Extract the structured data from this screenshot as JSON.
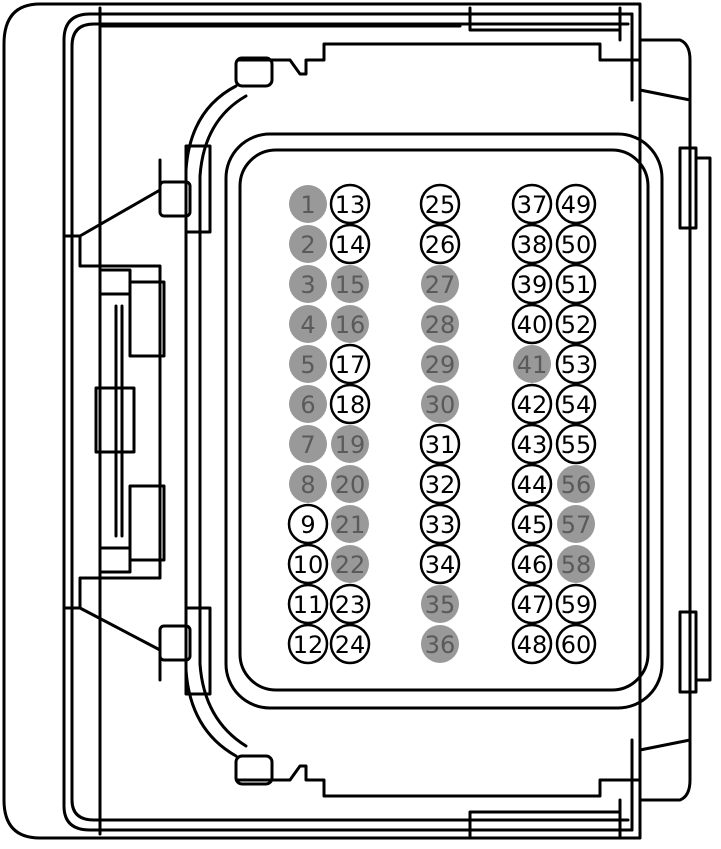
{
  "connector": {
    "stroke_color": "#000000",
    "used_fill": "#999999",
    "used_text_color": "#5a5a5a",
    "empty_fill": "#ffffff",
    "empty_text_color": "#000000",
    "columns": [
      {
        "pins": [
          "1",
          "2",
          "3",
          "4",
          "5",
          "6",
          "7",
          "8",
          "9",
          "10",
          "11",
          "12"
        ],
        "used": [
          true,
          true,
          true,
          true,
          true,
          true,
          true,
          true,
          false,
          false,
          false,
          false
        ]
      },
      {
        "pins": [
          "13",
          "14",
          "15",
          "16",
          "17",
          "18",
          "19",
          "20",
          "21",
          "22",
          "23",
          "24"
        ],
        "used": [
          false,
          false,
          true,
          true,
          false,
          false,
          true,
          true,
          true,
          true,
          false,
          false
        ]
      },
      {
        "pins": [
          "25",
          "26",
          "27",
          "28",
          "29",
          "30",
          "31",
          "32",
          "33",
          "34",
          "35",
          "36"
        ],
        "used": [
          false,
          false,
          true,
          true,
          true,
          true,
          false,
          false,
          false,
          false,
          true,
          true
        ]
      },
      {
        "pins": [
          "37",
          "38",
          "39",
          "40",
          "41",
          "42",
          "43",
          "44",
          "45",
          "46",
          "47",
          "48"
        ],
        "used": [
          false,
          false,
          false,
          false,
          true,
          false,
          false,
          false,
          false,
          false,
          false,
          false
        ]
      },
      {
        "pins": [
          "49",
          "50",
          "51",
          "52",
          "53",
          "54",
          "55",
          "56",
          "57",
          "58",
          "59",
          "60"
        ],
        "used": [
          false,
          false,
          false,
          false,
          false,
          false,
          false,
          true,
          true,
          true,
          false,
          false
        ]
      }
    ]
  }
}
